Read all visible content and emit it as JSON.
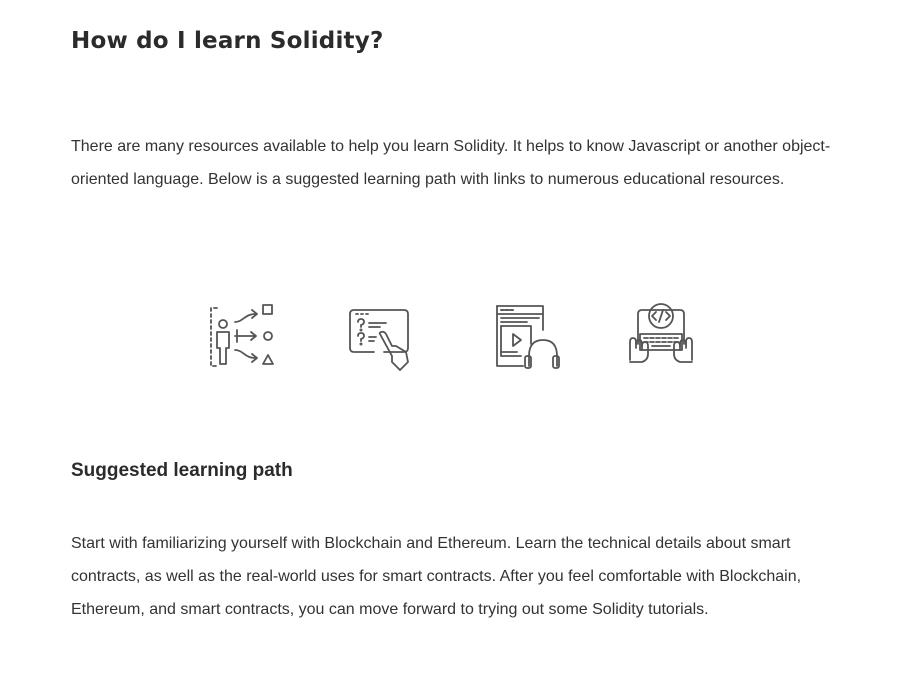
{
  "page": {
    "title": "How do I learn Solidity?",
    "intro": "There are many resources available to help you learn Solidity. It helps to know Javascript or another object-oriented language. Below is a suggested learning path with links to numerous educational resources."
  },
  "icons": [
    {
      "name": "learning-path-icon"
    },
    {
      "name": "quiz-touch-icon"
    },
    {
      "name": "video-tutorial-icon"
    },
    {
      "name": "coding-keyboard-icon"
    }
  ],
  "section": {
    "heading": "Suggested learning path",
    "body": "Start with familiarizing yourself with Blockchain and Ethereum. Learn the technical details about smart contracts, as well as the real-world uses for smart contracts. After you feel comfortable with Blockchain, Ethereum, and smart contracts, you can move forward to trying out some Solidity tutorials."
  },
  "colors": {
    "text": "#333333",
    "icon_stroke": "#555555",
    "background": "#ffffff"
  }
}
